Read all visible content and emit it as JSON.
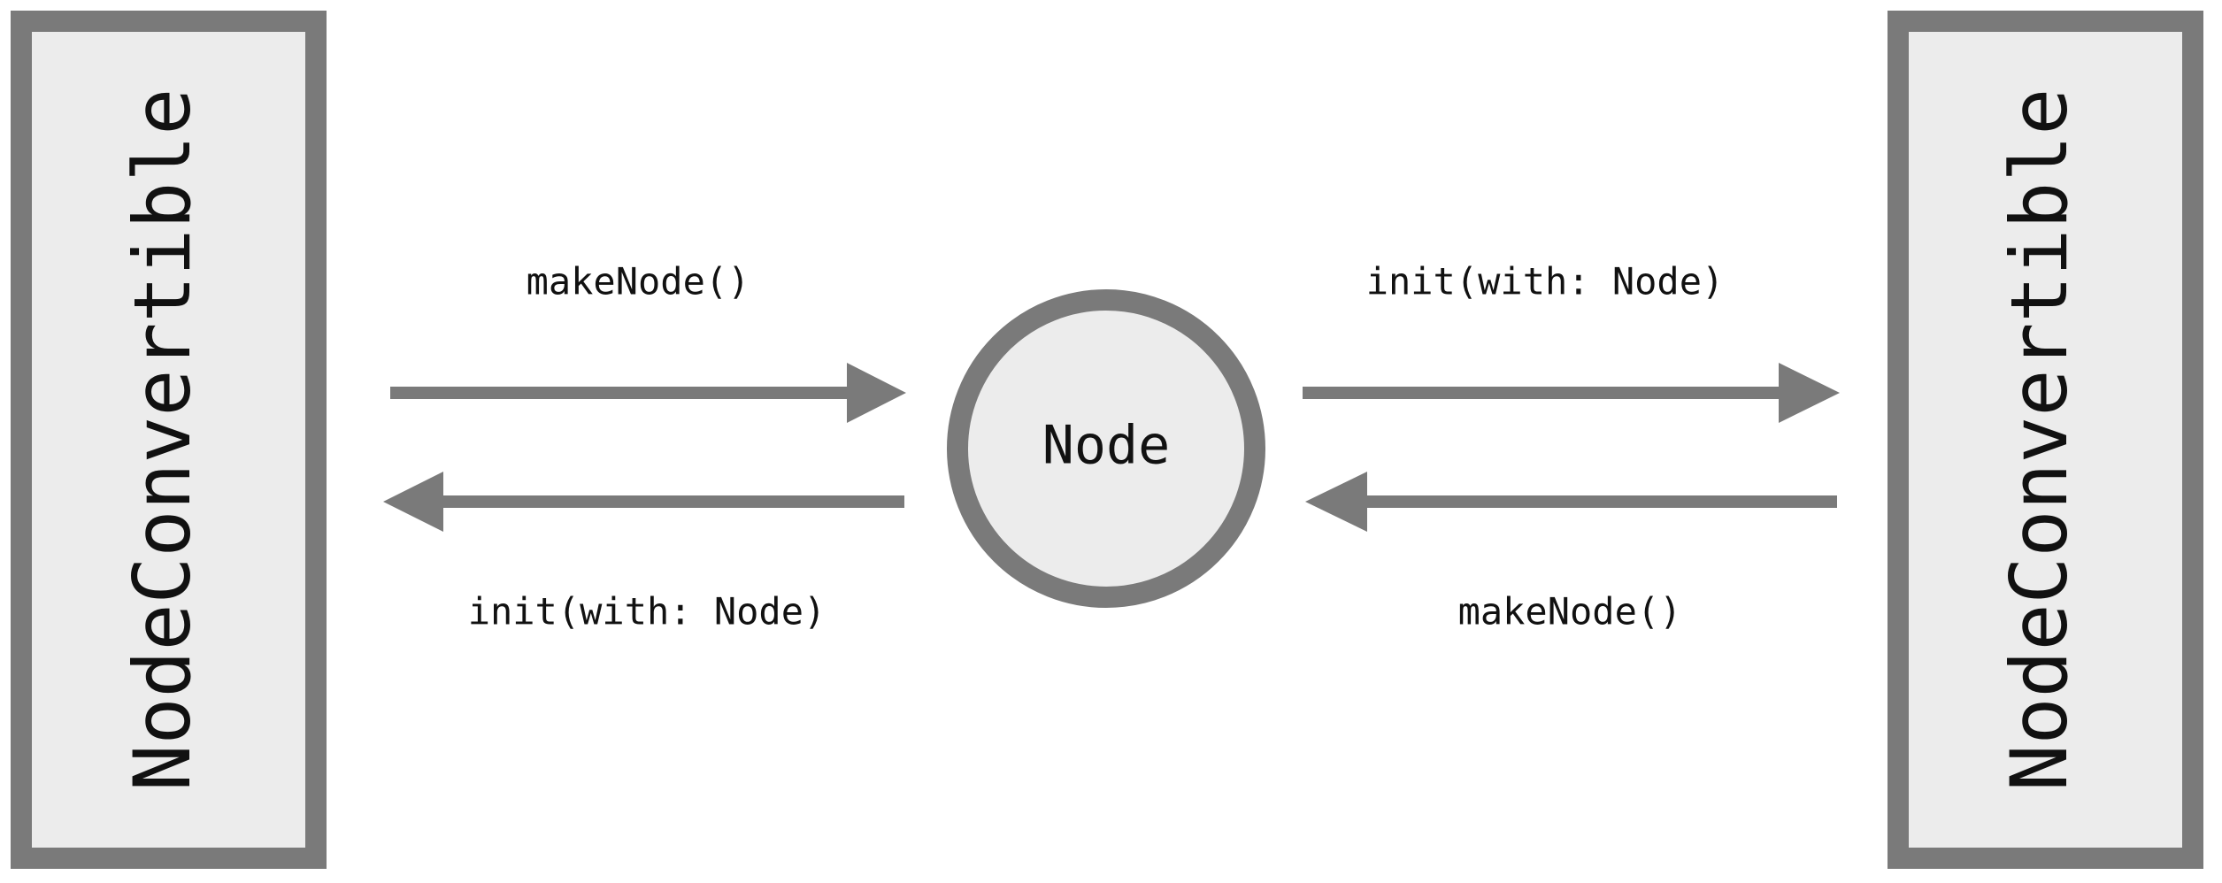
{
  "colors": {
    "stroke": "#7a7a7a",
    "fill": "#ececec",
    "text": "#111111",
    "background": "#ffffff"
  },
  "left_box": {
    "label": "NodeConvertible"
  },
  "right_box": {
    "label": "NodeConvertible"
  },
  "center_node": {
    "label": "Node"
  },
  "edges": {
    "left_to_node_label": "makeNode()",
    "node_to_left_label": "init(with: Node)",
    "node_to_right_label": "init(with: Node)",
    "right_to_node_label": "makeNode()"
  }
}
